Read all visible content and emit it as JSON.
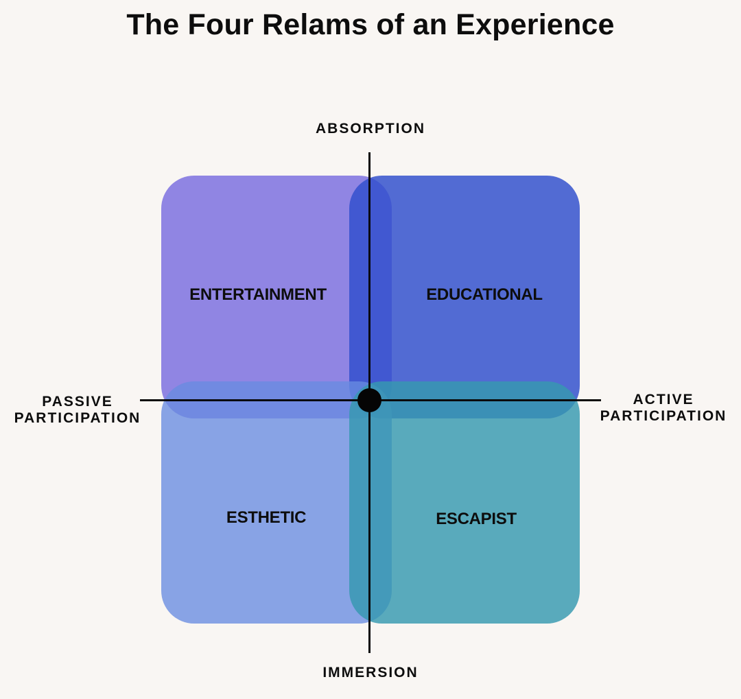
{
  "title": "The Four Relams of an Experience",
  "axes": {
    "top": "ABSORPTION",
    "bottom": "IMMERSION",
    "left": [
      "PASSIVE",
      "PARTICIPATION"
    ],
    "right": [
      "ACTIVE",
      "PARTICIPATION"
    ]
  },
  "quadrants": [
    {
      "position": "top-left",
      "label": "ENTERTAINMENT",
      "color": "#8E84E3"
    },
    {
      "position": "top-right",
      "label": "EDUCATIONAL",
      "color": "#5470D6"
    },
    {
      "position": "bottom-left",
      "label": "ESTHETIC",
      "color": "#87A6E5"
    },
    {
      "position": "bottom-right",
      "label": "ESCAPIST",
      "color": "#5CABBE"
    }
  ],
  "colors": {
    "background": "#F9F6F3",
    "axis": "#0A0A0A",
    "text": "#0D0D0D"
  }
}
